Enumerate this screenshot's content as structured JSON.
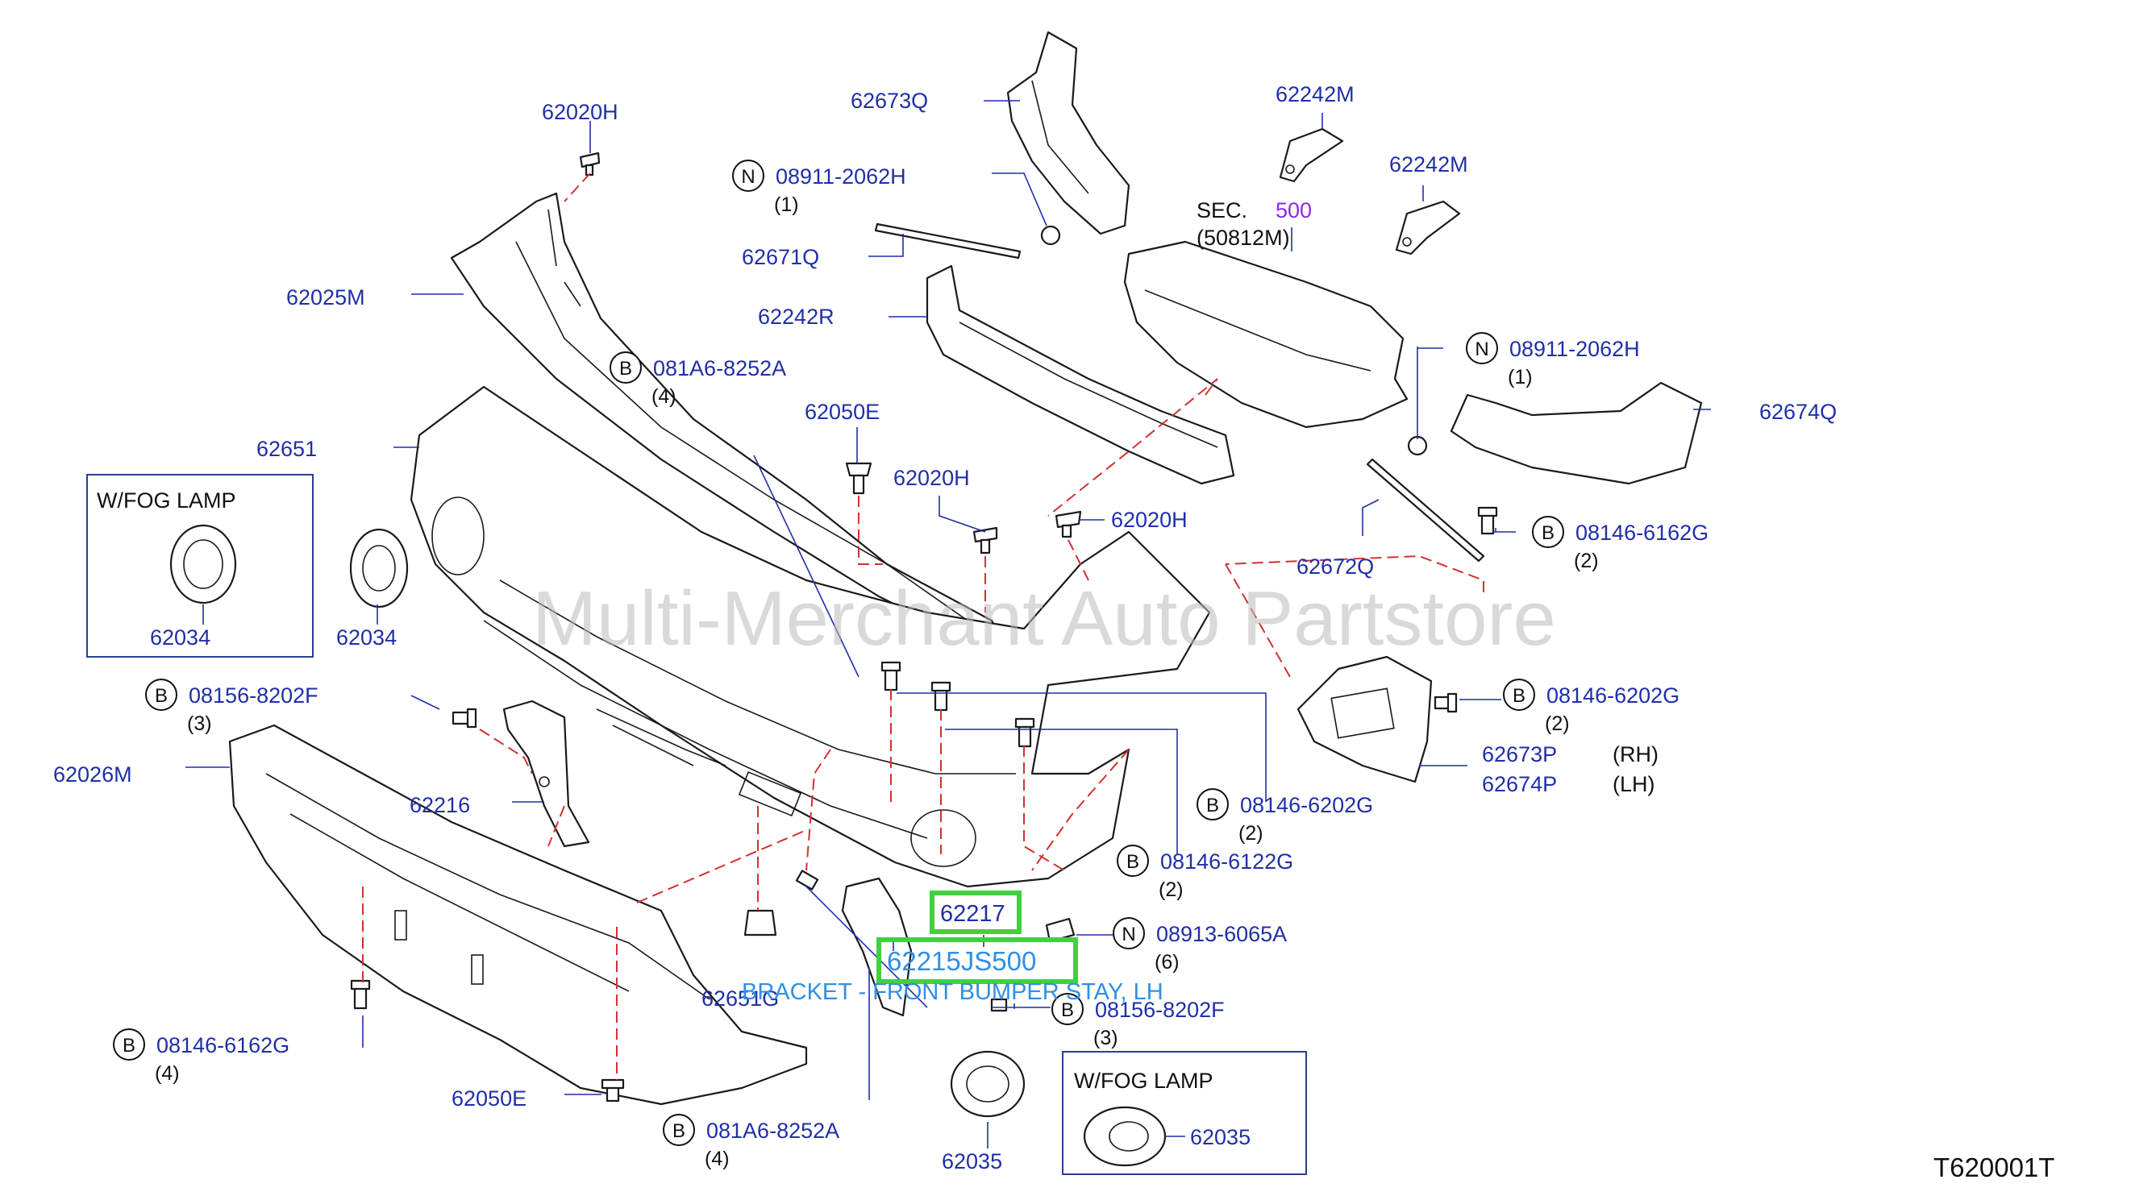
{
  "watermark": "Multi-Merchant Auto Partstore",
  "diagram_code": "T620001T",
  "highlight": {
    "part_number": "62215JS500",
    "description": "BRACKET - FRONT BUMPER STAY, LH",
    "related_number": "62217"
  },
  "fog_lamp_boxes": [
    {
      "title": "W/FOG   LAMP",
      "part": "62034"
    },
    {
      "title": "W/FOG   LAMP",
      "part": "62035"
    }
  ],
  "sec": {
    "prefix": "SEC.",
    "number": "500",
    "sub": "(50812M)",
    "number_color": "#8a2be2"
  },
  "labels": {
    "p62020H_top": "62020H",
    "p62673Q": "62673Q",
    "p62242M_a": "62242M",
    "p62242M_b": "62242M",
    "p62671Q": "62671Q",
    "p62025M": "62025M",
    "p62242R": "62242R",
    "p62651": "62651",
    "p62050E_top": "62050E",
    "p62020H_mid": "62020H",
    "p62020H_right": "62020H",
    "p62674Q": "62674Q",
    "p62672Q": "62672Q",
    "p62034_loose": "62034",
    "p62026M": "62026M",
    "p62216": "62216",
    "p62673P": "62673P",
    "p62674P": "62674P",
    "rh": "(RH)",
    "lh": "(LH)",
    "p62651G": "62651G",
    "p62050E_bottom": "62050E",
    "p62035_loose": "62035"
  },
  "fasteners": [
    {
      "letter": "N",
      "pn": "08911-2062H",
      "qty": "(1)"
    },
    {
      "letter": "B",
      "pn": "081A6-8252A",
      "qty": "(4)"
    },
    {
      "letter": "N",
      "pn": "08911-2062H",
      "qty": "(1)"
    },
    {
      "letter": "B",
      "pn": "08146-6162G",
      "qty": "(2)"
    },
    {
      "letter": "B",
      "pn": "08156-8202F",
      "qty": "(3)"
    },
    {
      "letter": "B",
      "pn": "08146-6202G",
      "qty": "(2)"
    },
    {
      "letter": "B",
      "pn": "08146-6202G",
      "qty": "(2)"
    },
    {
      "letter": "B",
      "pn": "08146-6122G",
      "qty": "(2)"
    },
    {
      "letter": "N",
      "pn": "08913-6065A",
      "qty": "(6)"
    },
    {
      "letter": "B",
      "pn": "08156-8202F",
      "qty": "(3)"
    },
    {
      "letter": "B",
      "pn": "08146-6162G",
      "qty": "(4)"
    },
    {
      "letter": "B",
      "pn": "081A6-8252A",
      "qty": "(4)"
    }
  ]
}
